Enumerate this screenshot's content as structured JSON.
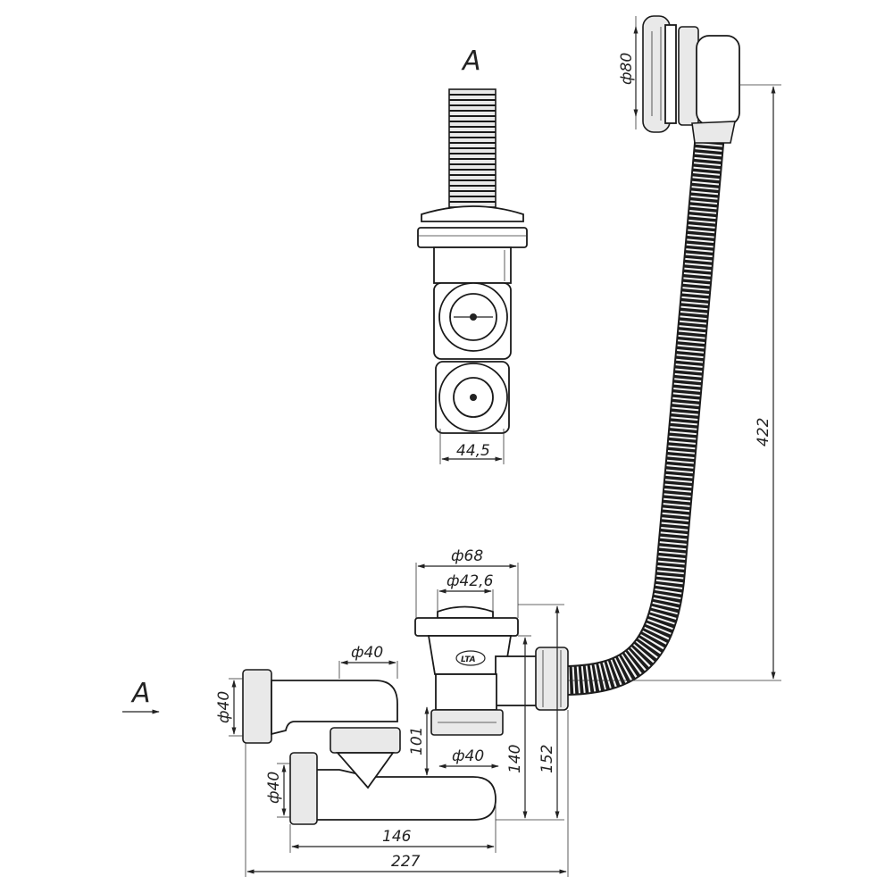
{
  "view_labels": {
    "section_view": "A",
    "arrow_view": "A"
  },
  "dimensions": {
    "cap_diameter": "ф80",
    "hose_height": "422",
    "drain_width": "44,5",
    "flange_diameter": "ф68",
    "outlet_diameter": "ф42,6",
    "elbow_diameter": "ф40",
    "left_inlet_diameter": "ф40",
    "lower_inlet_diameter": "ф40",
    "bottom_outlet_diameter": "ф40",
    "height_101": "101",
    "height_140": "140",
    "height_152": "152",
    "width_146": "146",
    "width_227": "227"
  },
  "brand_logo_text": "LTA"
}
